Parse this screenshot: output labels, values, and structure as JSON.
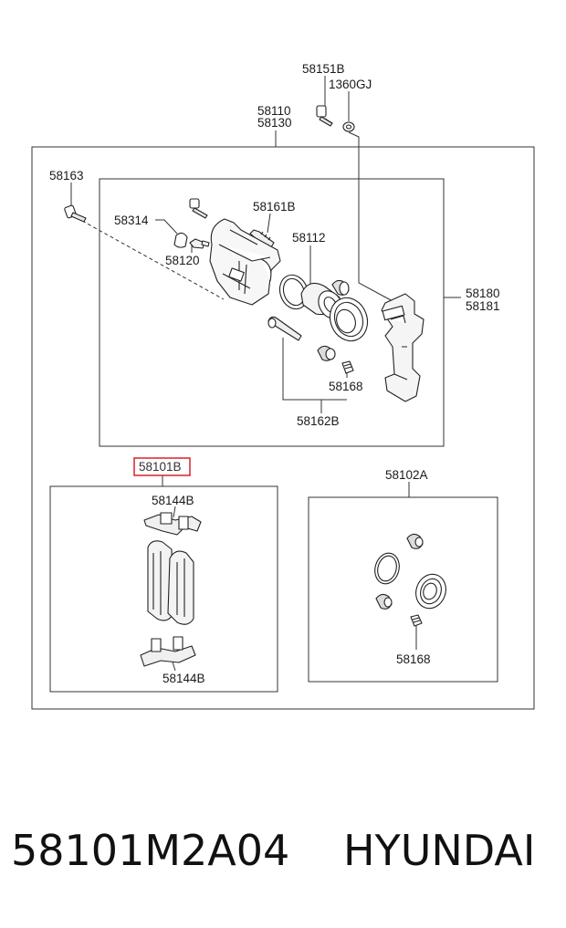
{
  "diagram": {
    "callouts": {
      "c58151B": "58151B",
      "c1360GJ": "1360GJ",
      "c58110": "58110",
      "c58130": "58130",
      "c58163": "58163",
      "c58161B": "58161B",
      "c58314": "58314",
      "c58112": "58112",
      "c58120": "58120",
      "c58180": "58180",
      "c58181": "58181",
      "c58168_upper": "58168",
      "c58162B": "58162B",
      "c58101B": "58101B",
      "c58102A": "58102A",
      "c58144B_top": "58144B",
      "c58144B_bottom": "58144B",
      "c58168_lower": "58168"
    },
    "highlight_color": "#d9202e",
    "line_color": "#333333"
  },
  "footer": {
    "part_number": "58101M2A04",
    "brand": "HYUNDAI"
  }
}
